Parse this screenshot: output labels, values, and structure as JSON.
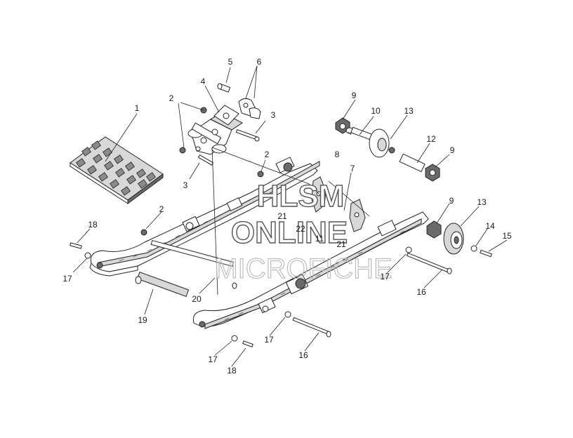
{
  "watermark": {
    "line1": "HLSM",
    "line2": "ONLINE",
    "line3": "MICROFICHE"
  },
  "callouts": {
    "c1": "1",
    "c2a": "2",
    "c2b": "2",
    "c2c": "2",
    "c3a": "3",
    "c3b": "3",
    "c4": "4",
    "c5": "5",
    "c6": "6",
    "c7": "7",
    "c8": "8",
    "c9a": "9",
    "c9b": "9",
    "c9c": "9",
    "c10": "10",
    "c11": "11",
    "c12": "12",
    "c13a": "13",
    "c13b": "13",
    "c14": "14",
    "c15": "15",
    "c16a": "16",
    "c16b": "16",
    "c17a": "17",
    "c17b": "17",
    "c17c": "17",
    "c17d": "17",
    "c18a": "18",
    "c18b": "18",
    "c19": "19",
    "c20": "20",
    "c21a": "21",
    "c21b": "21",
    "c22": "22"
  }
}
